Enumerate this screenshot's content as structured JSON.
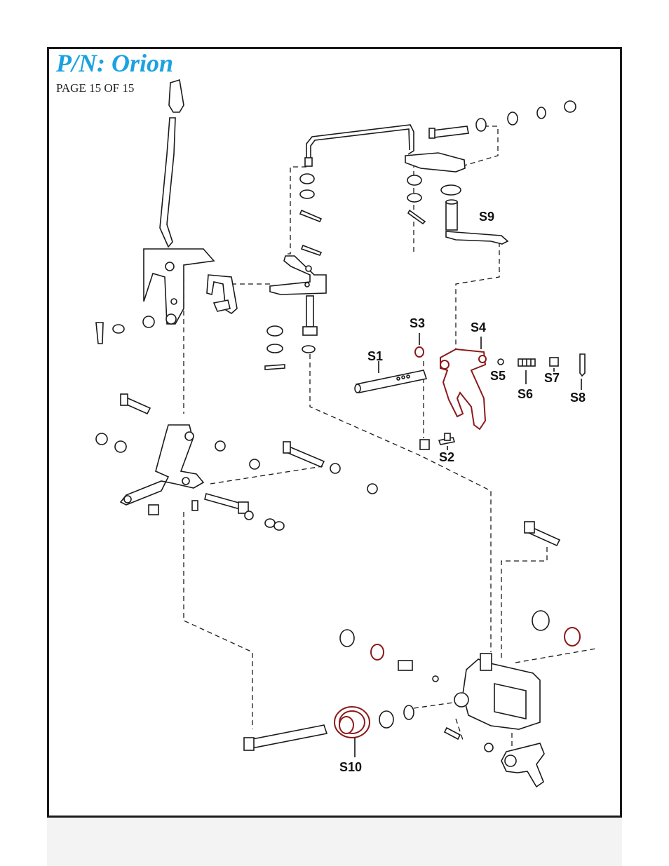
{
  "header": {
    "title": "P/N:  Orion",
    "page": "PAGE 15 OF 15"
  },
  "callouts": {
    "s1": "S1",
    "s2": "S2",
    "s3": "S3",
    "s4": "S4",
    "s5": "S5",
    "s6": "S6",
    "s7": "S7",
    "s8": "S8",
    "s9": "S9",
    "s10": "S10"
  },
  "colors": {
    "title": "#1aa3e0",
    "highlighted_parts": "#8b1a1a",
    "frame": "#1a1a1a"
  }
}
